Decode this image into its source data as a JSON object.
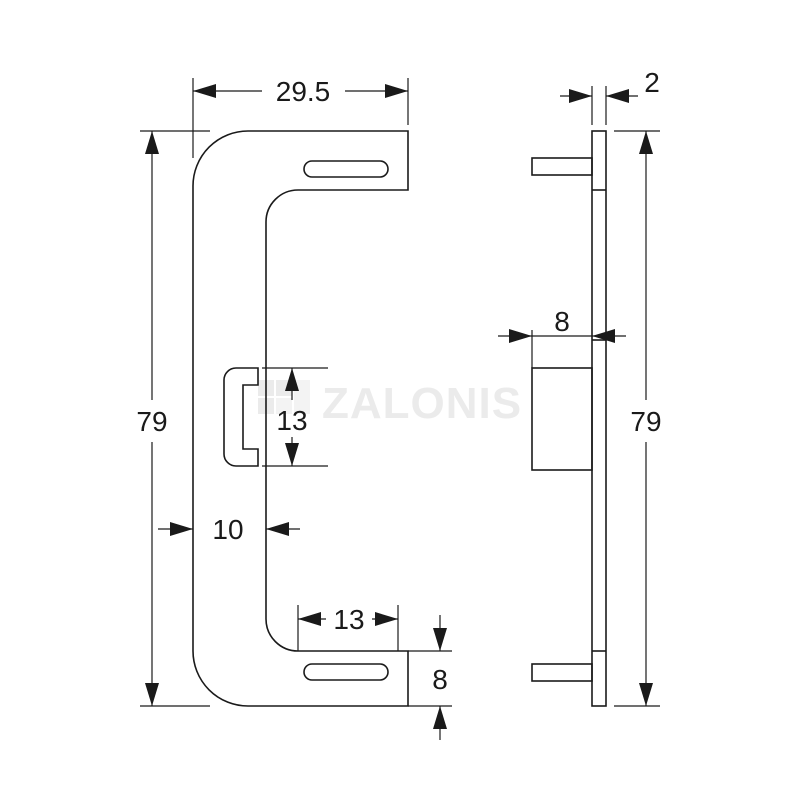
{
  "watermark": {
    "text": "ZALONIS",
    "colour": "#ebebeb",
    "icon": "zalonis-logo-icon"
  },
  "front_view": {
    "width_label": "29.5",
    "height_label": "79",
    "bar_width_label": "10",
    "slot_height_label": "13",
    "slot_width_label": "13",
    "slot_pitch_label": "8"
  },
  "side_view": {
    "thickness_label": "2",
    "height_label": "79",
    "block_depth_label": "8"
  },
  "colours": {
    "line": "#1a1a1a",
    "background": "#ffffff"
  }
}
